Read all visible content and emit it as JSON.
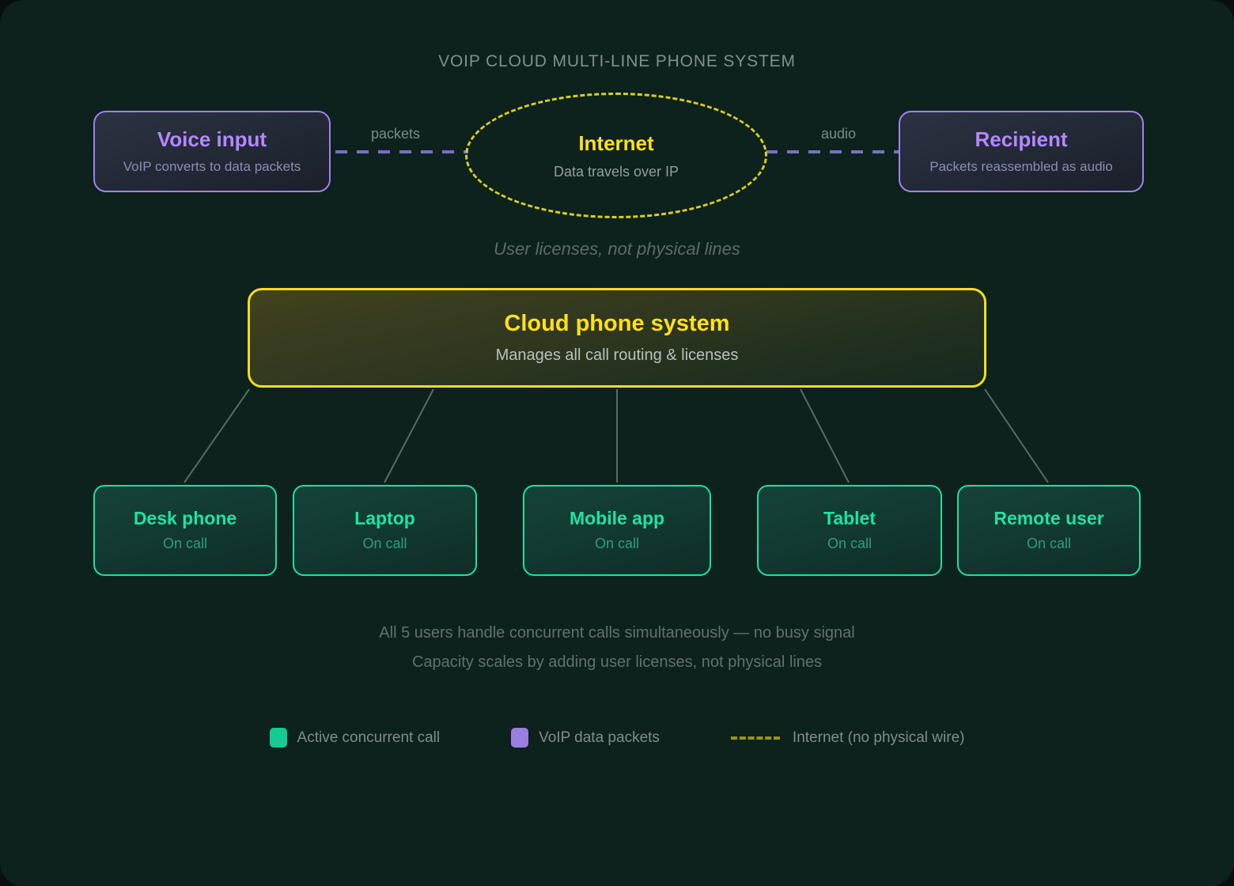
{
  "title": "VOIP CLOUD MULTI-LINE PHONE SYSTEM",
  "caption": "User licenses, not physical lines",
  "flow": {
    "source": {
      "title": "Voice input",
      "subtitle": "VoIP converts to data packets"
    },
    "edge_left_label": "packets",
    "internet": {
      "title": "Internet",
      "subtitle": "Data travels over IP"
    },
    "edge_right_label": "audio",
    "destination": {
      "title": "Recipient",
      "subtitle": "Packets reassembled as audio"
    }
  },
  "cloud": {
    "title": "Cloud phone system",
    "subtitle": "Manages all call routing & licenses"
  },
  "devices": [
    {
      "title": "Desk phone",
      "status": "On call"
    },
    {
      "title": "Laptop",
      "status": "On call"
    },
    {
      "title": "Mobile app",
      "status": "On call"
    },
    {
      "title": "Tablet",
      "status": "On call"
    },
    {
      "title": "Remote user",
      "status": "On call"
    }
  ],
  "notes": {
    "line1": "All 5 users handle concurrent calls simultaneously — no busy signal",
    "line2": "Capacity scales by adding user licenses, not physical lines"
  },
  "legend": [
    {
      "label": "Active concurrent call",
      "marker": "swatch",
      "color": "#16c995"
    },
    {
      "label": "VoIP data packets",
      "marker": "swatch",
      "color": "#9b7ce0"
    },
    {
      "label": "Internet (no physical wire)",
      "marker": "dashed-line",
      "color": "#9a9410"
    }
  ],
  "colors": {
    "background": "#0d211d",
    "accent_yellow": "#ffe11a",
    "accent_purple": "#b388ff",
    "accent_green": "#1fe3a4",
    "muted_text": "#7f918c",
    "packet_dash": "#7c6fc4",
    "connector": "#5b6a66"
  }
}
